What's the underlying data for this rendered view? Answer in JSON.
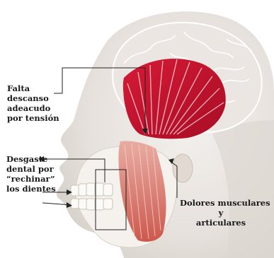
{
  "labels": {
    "falta": [
      "Falta",
      "descanso",
      "adeacudo",
      "por tensión"
    ],
    "desgaste": [
      "Desgaste",
      "dental por",
      "“rechinar”",
      "los dientes"
    ],
    "dolores": [
      "Dolores musculares",
      "y",
      "articulares"
    ]
  },
  "colors": {
    "muscle_red": "#c8102e",
    "skin": "#eeeae6",
    "bone": "#f4f1ec",
    "brain_line": "#ffffff",
    "pointer_line": "#222222"
  }
}
